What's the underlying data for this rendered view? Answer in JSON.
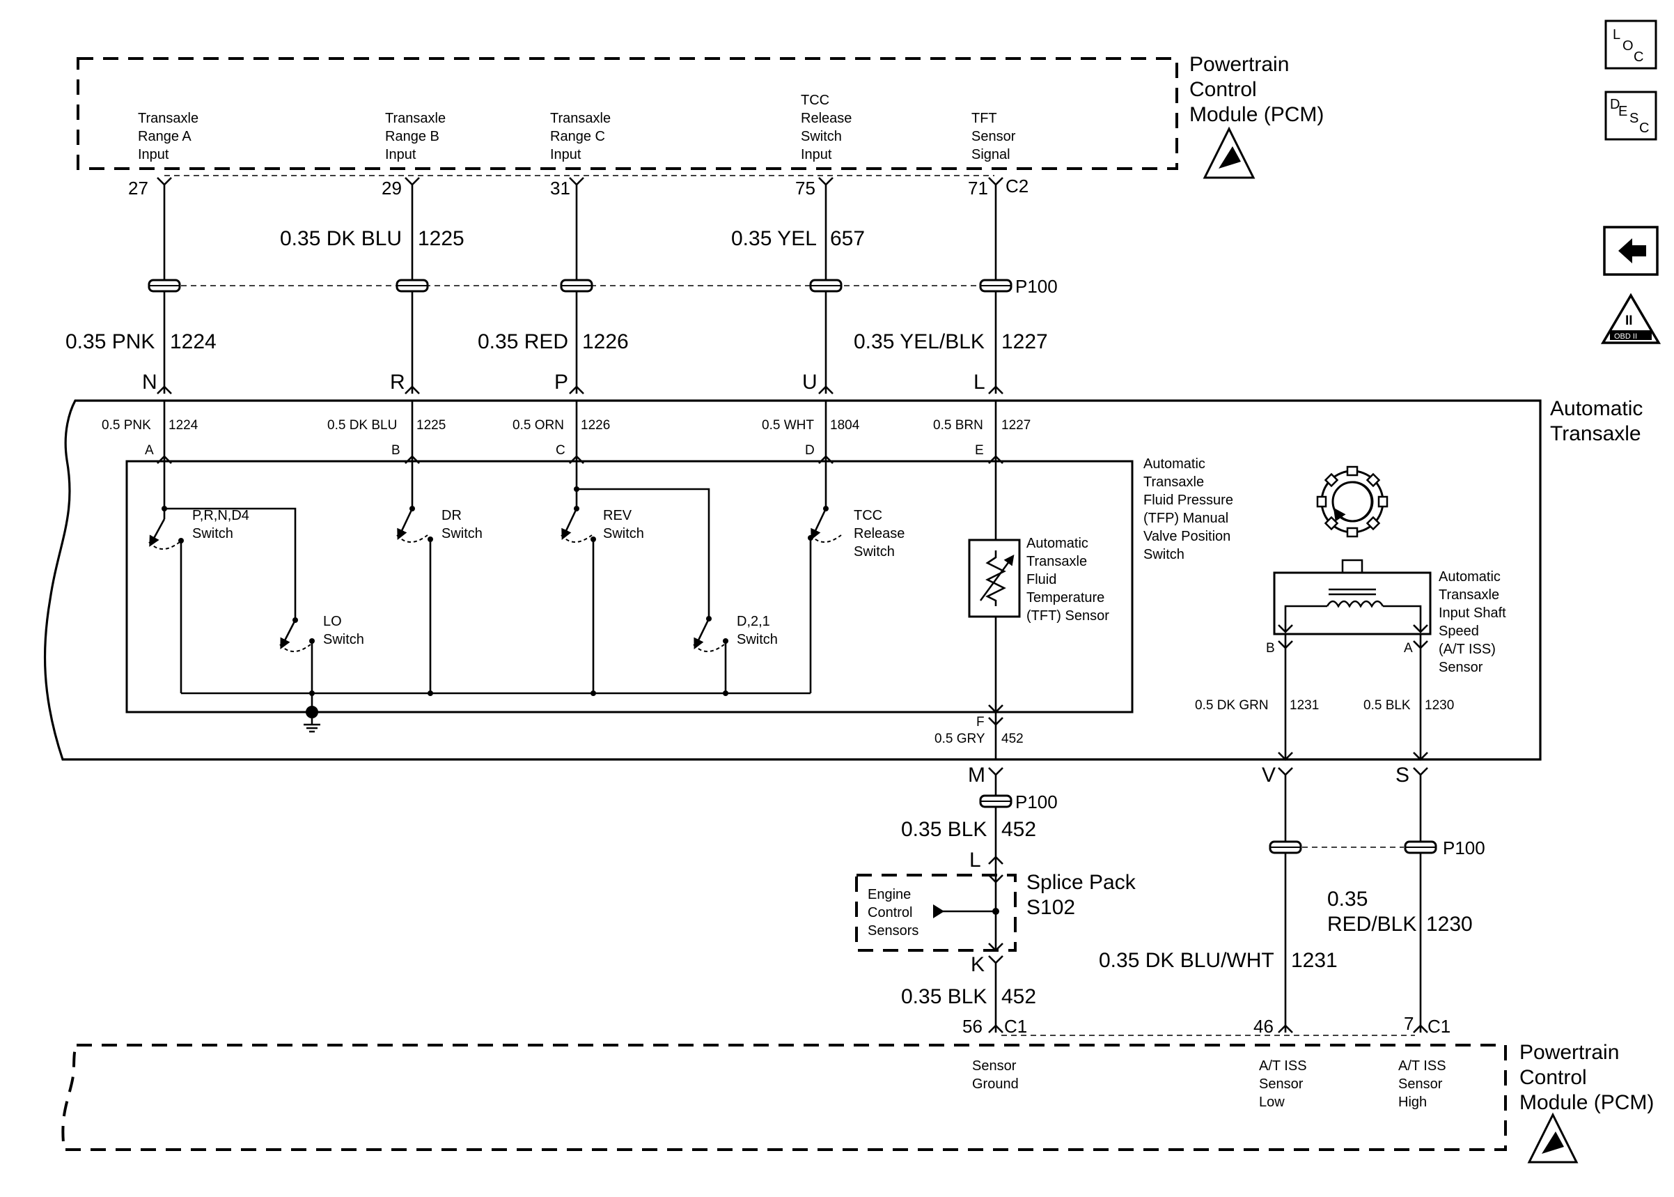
{
  "pcm_top": {
    "title": [
      "Powertrain",
      "Control",
      "Module (PCM)"
    ],
    "inputs": [
      {
        "lines": [
          "Transaxle",
          "Range A",
          "Input"
        ],
        "pin": "27"
      },
      {
        "lines": [
          "Transaxle",
          "Range B",
          "Input"
        ],
        "pin": "29"
      },
      {
        "lines": [
          "Transaxle",
          "Range C",
          "Input"
        ],
        "pin": "31"
      },
      {
        "lines": [
          "TCC",
          "Release",
          "Switch",
          "Input"
        ],
        "pin": "75"
      },
      {
        "lines": [
          "TFT",
          "Sensor",
          "Signal"
        ],
        "pin": "71"
      }
    ],
    "connector": "C2"
  },
  "upper_wires": [
    {
      "gauge_color": "0.35 PNK",
      "circuit": "1224",
      "trans_pin": "N"
    },
    {
      "gauge_color": "0.35 DK BLU",
      "circuit": "1225",
      "trans_pin": "R"
    },
    {
      "gauge_color": "0.35 RED",
      "circuit": "1226",
      "trans_pin": "P"
    },
    {
      "gauge_color": "0.35 YEL",
      "circuit": "657",
      "trans_pin": "U"
    },
    {
      "gauge_color": "0.35 YEL/BLK",
      "circuit": "1227",
      "trans_pin": "L"
    }
  ],
  "inline_connector": "P100",
  "transaxle": {
    "title": [
      "Automatic",
      "Transaxle"
    ],
    "internal_wires": [
      {
        "label": "0.5 PNK",
        "circuit": "1224",
        "pin": "A"
      },
      {
        "label": "0.5 DK BLU",
        "circuit": "1225",
        "pin": "B"
      },
      {
        "label": "0.5 ORN",
        "circuit": "1226",
        "pin": "C"
      },
      {
        "label": "0.5 WHT",
        "circuit": "1804",
        "pin": "D"
      },
      {
        "label": "0.5 BRN",
        "circuit": "1227",
        "pin": "E"
      }
    ],
    "switch_assembly": [
      "Automatic",
      "Transaxle",
      "Fluid Pressure",
      "(TFP) Manual",
      "Valve Position",
      "Switch"
    ],
    "switches": [
      [
        "P,R,N,D4",
        "Switch"
      ],
      [
        "DR",
        "Switch"
      ],
      [
        "REV",
        "Switch"
      ],
      [
        "TCC",
        "Release",
        "Switch"
      ],
      [
        "LO",
        "Switch"
      ],
      [
        "D,2,1",
        "Switch"
      ]
    ],
    "tft_sensor": [
      "Automatic",
      "Transaxle",
      "Fluid",
      "Temperature",
      "(TFT) Sensor"
    ],
    "ground_pin": "F",
    "ground_wire": {
      "label": "0.5 GRY",
      "circuit": "452"
    },
    "iss_sensor": [
      "Automatic",
      "Transaxle",
      "Input Shaft",
      "Speed",
      "(A/T ISS)",
      "Sensor"
    ],
    "iss_pins": [
      "B",
      "A"
    ],
    "iss_wires": [
      {
        "label": "0.5 DK GRN",
        "circuit": "1231"
      },
      {
        "label": "0.5 BLK",
        "circuit": "1230"
      }
    ],
    "out_pins": [
      "M",
      "V",
      "S"
    ]
  },
  "lower": {
    "ground_wire_1": {
      "gauge_color": "0.35 BLK",
      "circuit": "452"
    },
    "splice": {
      "in_pin": "L",
      "out_pin": "K",
      "title": [
        "Splice Pack",
        "S102"
      ],
      "branch": [
        "Engine",
        "Control",
        "Sensors"
      ]
    },
    "ground_wire_2": {
      "gauge_color": "0.35 BLK",
      "circuit": "452"
    },
    "iss_low_wire": {
      "gauge_color": "0.35 DK BLU/WHT",
      "circuit": "1231"
    },
    "iss_high_wire": {
      "gauge_color": [
        "0.35",
        "RED/BLK"
      ],
      "circuit": "1230"
    }
  },
  "pcm_bottom": {
    "title": [
      "Powertrain",
      "Control",
      "Module (PCM)"
    ],
    "pins": [
      {
        "pin": "56",
        "lines": [
          "Sensor",
          "Ground"
        ]
      },
      {
        "pin": "46",
        "lines": [
          "A/T ISS",
          "Sensor",
          "Low"
        ]
      },
      {
        "pin": "7",
        "lines": [
          "A/T ISS",
          "Sensor",
          "High"
        ]
      }
    ],
    "connector": "C1"
  },
  "side_icons": [
    {
      "name": "loc-icon",
      "text": [
        "L",
        "O",
        "C"
      ]
    },
    {
      "name": "desc-icon",
      "text": [
        "D",
        "E",
        "S",
        "C"
      ]
    },
    {
      "name": "back-arrow-icon"
    },
    {
      "name": "obd-ii-icon",
      "text": [
        "II",
        "OBD II"
      ]
    }
  ]
}
